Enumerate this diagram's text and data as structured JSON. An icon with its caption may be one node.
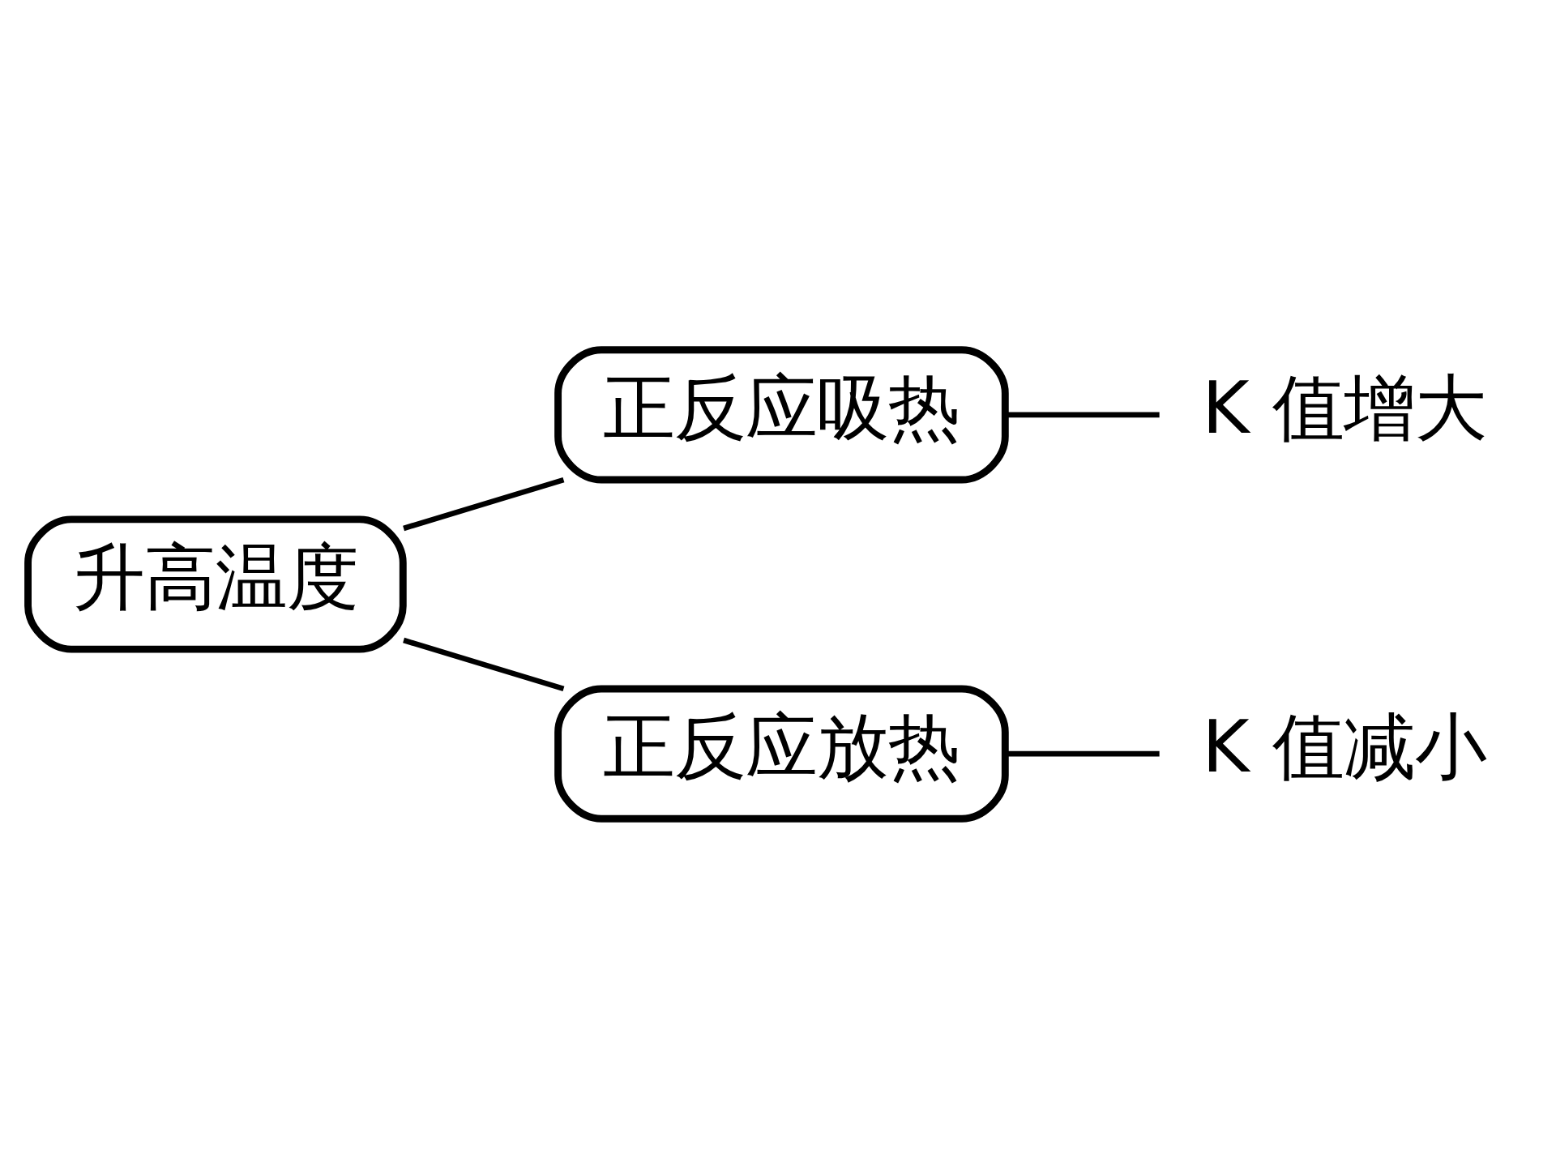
{
  "diagram": {
    "nodes": [
      {
        "text": [
          "升高温度"
        ]
      },
      {
        "text": [
          "正反应吸热"
        ]
      },
      {
        "text": [
          "K 值增大"
        ]
      },
      {
        "text": [
          "正反应放热"
        ]
      },
      {
        "text": [
          "K 值减小"
        ]
      }
    ],
    "edges": [
      {
        "from": 0,
        "to": 1,
        "arrow": "none"
      },
      {
        "from": 1,
        "to": 2,
        "arrow": "none"
      },
      {
        "from": 0,
        "to": 3,
        "arrow": "none"
      },
      {
        "from": 3,
        "to": 4,
        "arrow": "none"
      }
    ]
  }
}
